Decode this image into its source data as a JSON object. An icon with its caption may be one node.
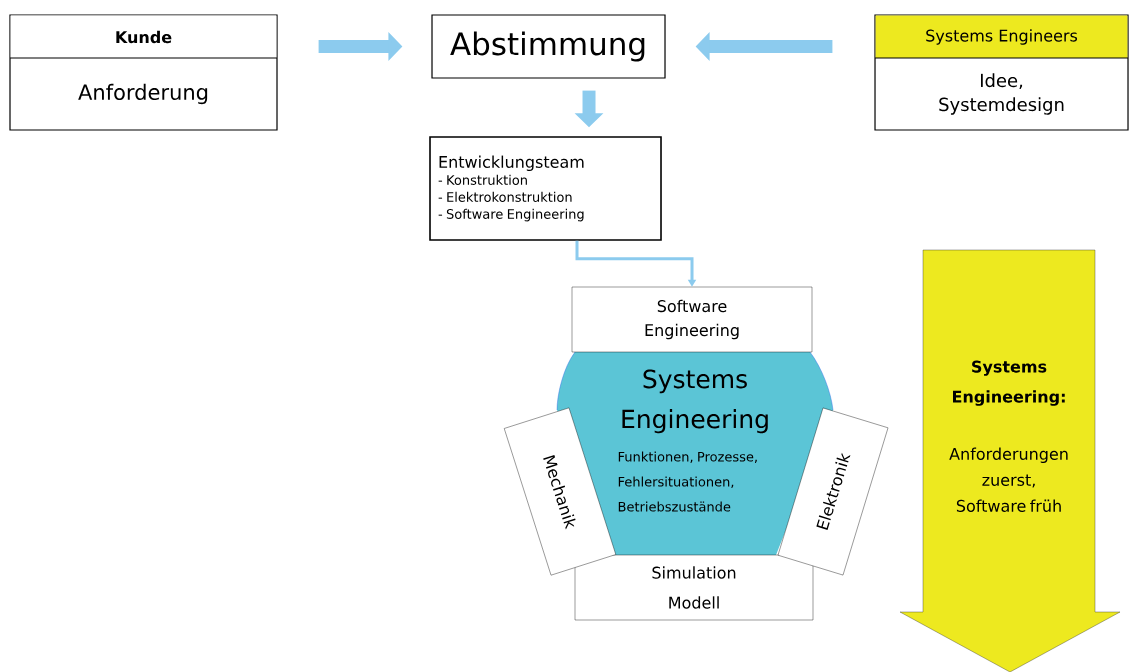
{
  "diagram": {
    "nodes": [
      {
        "text": [
          "Kunde",
          "Anforderung"
        ]
      },
      {
        "text": [
          "Abstimmung"
        ]
      },
      {
        "text": [
          "Systems Engineers",
          "Idee, Systemdesign"
        ]
      },
      {
        "text": [
          "Entwicklungsteam",
          "- Konstruktion",
          "- Elektrokonstruktion",
          "- Software Engineering"
        ]
      },
      {
        "text": [
          "Software Engineering"
        ]
      },
      {
        "text": [
          "Systems Engineering",
          "Funktionen, Prozesse, Fehlersituationen, Betriebszustände"
        ]
      },
      {
        "text": [
          "Mechanik"
        ]
      },
      {
        "text": [
          "Elektronik"
        ]
      },
      {
        "text": [
          "Simulation Modell"
        ]
      },
      {
        "text": [
          "Systems Engineering:",
          "Anforderungen zuerst, Software früh"
        ]
      }
    ],
    "edges": [
      {
        "from": 0,
        "to": 1,
        "arrow": "to"
      },
      {
        "from": 2,
        "to": 1,
        "arrow": "to"
      },
      {
        "from": 1,
        "to": 3,
        "arrow": "to"
      },
      {
        "from": 3,
        "to": 4,
        "arrow": "to"
      }
    ]
  }
}
